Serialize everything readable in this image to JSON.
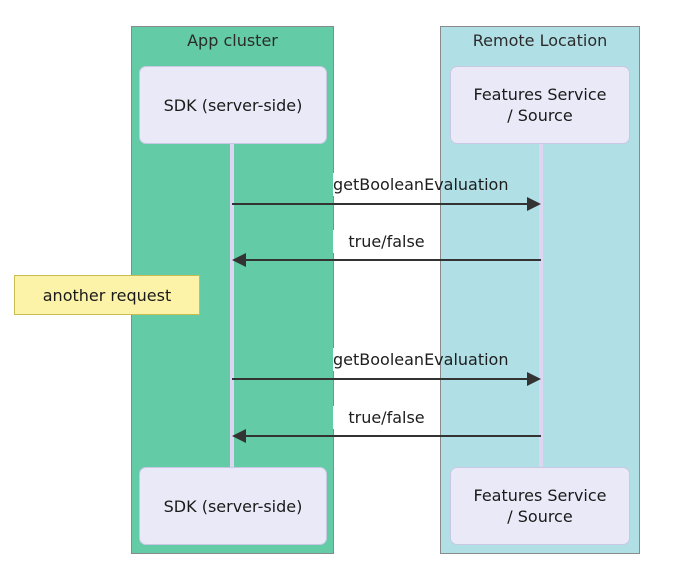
{
  "diagram": {
    "type": "sequence-diagram",
    "groups": [
      {
        "id": "app-cluster",
        "title": "App cluster",
        "color": "#63cba6",
        "participant": "SDK (server-side)"
      },
      {
        "id": "remote-location",
        "title": "Remote Location",
        "color": "#b0e0e6",
        "participant": "Features Service / Source"
      }
    ],
    "participants": {
      "sdk_top": "SDK (server-side)",
      "features_top_line1": "Features Service",
      "features_top_line2": "/ Source",
      "sdk_bottom": "SDK (server-side)",
      "features_bottom_line1": "Features Service",
      "features_bottom_line2": "/ Source"
    },
    "messages": [
      {
        "id": "request-1",
        "label": "getBooleanEvaluation",
        "from": "sdk",
        "to": "features",
        "direction": "right"
      },
      {
        "id": "response-1",
        "label": "true/false",
        "from": "features",
        "to": "sdk",
        "direction": "left"
      },
      {
        "id": "request-2",
        "label": "getBooleanEvaluation",
        "from": "sdk",
        "to": "features",
        "direction": "right"
      },
      {
        "id": "response-2",
        "label": "true/false",
        "from": "features",
        "to": "sdk",
        "direction": "left"
      }
    ],
    "note": {
      "text": "another request",
      "fill": "#fcf3a8",
      "border": "#c9bd52"
    },
    "colors": {
      "app_cluster_fill": "#63cba6",
      "remote_location_fill": "#b0e0e6",
      "participant_box_fill": "#e9e9f8",
      "lifeline": "#dcd6f2",
      "arrow": "#333333",
      "note_fill": "#fcf3a8",
      "background": "#ffffff"
    }
  }
}
